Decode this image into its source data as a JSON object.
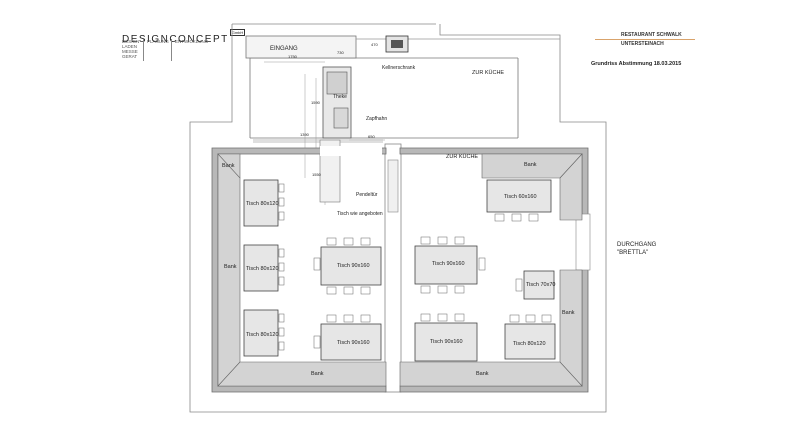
{
  "header": {
    "brand_name": "DESIGNCONCEPT",
    "brand_badge": "GmbH",
    "brand_columns": [
      [
        "DESIGN",
        "LADEN",
        "MESSE",
        "GERAT"
      ],
      [
        "PLANUNG"
      ],
      [
        "ENTWICKLUNG"
      ]
    ],
    "project_line1": "RESTAURANT SCHWALK",
    "project_line2": "UNTERSTEINACH",
    "plan_title": "Grundriss Abstimmung 18.03.2015"
  },
  "rooms": {
    "entrance": "EINGANG",
    "fridge": "Kellnerschrank",
    "to_kitchen_top": "ZUR KÜCHE",
    "to_kitchen_mid": "ZUR KÜCHE",
    "counter": "Theke",
    "tap": "Zapfhahn",
    "swing_door": "Pendeltür",
    "table_as_offered": "Tisch wie angeboten",
    "passage_line1": "DURCHGANG",
    "passage_line2": "\"BRETTLA\""
  },
  "dimensions": [
    "1750",
    "730",
    "470",
    "1590",
    "1390",
    "1550",
    "650"
  ],
  "benches": {
    "top_left": "Bank",
    "left": "Bank",
    "bottom_left": "Bank",
    "top_right": "Bank",
    "right": "Bank",
    "bottom_right": "Bank"
  },
  "tables": [
    {
      "label": "Tisch 80x120"
    },
    {
      "label": "Tisch 80x120"
    },
    {
      "label": "Tisch 80x120"
    },
    {
      "label": "Tisch 90x160"
    },
    {
      "label": "Tisch 90x160"
    },
    {
      "label": "Tisch 90x160"
    },
    {
      "label": "Tisch 90x160"
    },
    {
      "label": "Tisch 60x160"
    },
    {
      "label": "Tisch 70x70"
    },
    {
      "label": "Tisch 80x120"
    }
  ],
  "colors": {
    "wall": "#b8b8b8",
    "wall_dark": "#8a8a8a",
    "furniture_fill": "#e4e4e4",
    "line": "#555555",
    "accent_rule": "#d9a36b"
  }
}
